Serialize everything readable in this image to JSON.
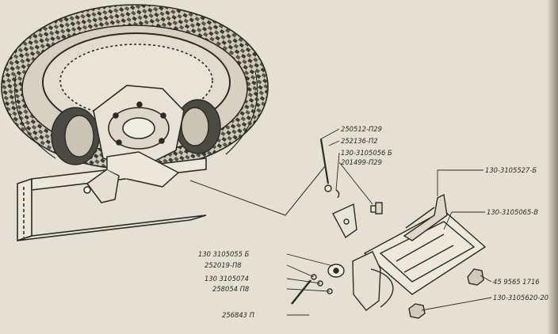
{
  "part_labels": {
    "l01": "250512-П29",
    "l02": "252136-П2",
    "l03": "130-3105056 Б",
    "l04": "201499-П29",
    "l05": "130-3105527-Б",
    "l06": "130-3105065-В",
    "l07": "130 3105055 Б",
    "l08": "252019-П8",
    "l09": "130 3105074",
    "l10": "258054 П8",
    "l11": "256843 П",
    "l12": "45 9565 1716",
    "l13": "130-3105620-20"
  }
}
